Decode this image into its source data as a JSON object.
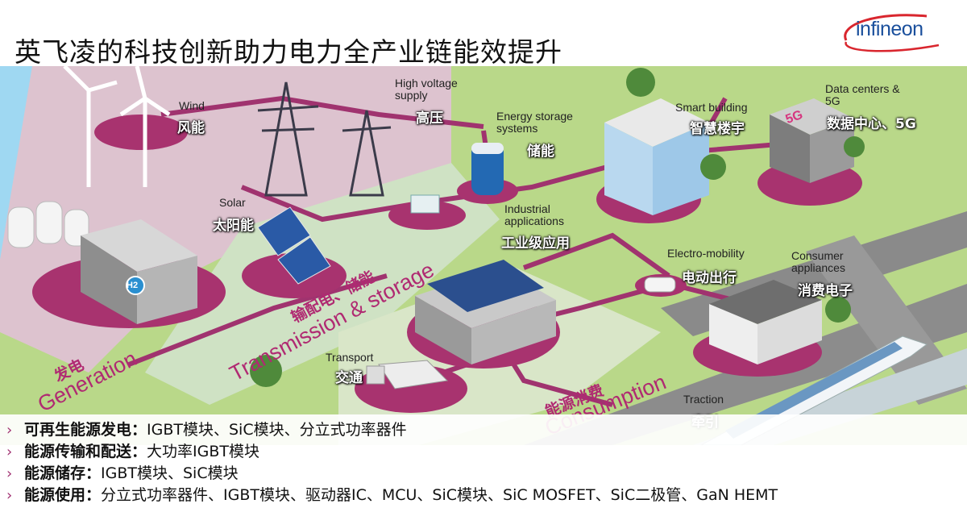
{
  "title": "英飞凌的科技创新助力电力全产业链能效提升",
  "logo": {
    "text": "infineon"
  },
  "colors": {
    "accent": "#b02a72",
    "grass": "#b9d889",
    "water": "#9fd8f2",
    "pavement": "#e7cfd9",
    "road": "#8a8a8a"
  },
  "labels": {
    "wind": {
      "en": "Wind",
      "zh": "风能"
    },
    "hv": {
      "en1": "High voltage",
      "en2": "supply",
      "zh": "高压"
    },
    "storage": {
      "en1": "Energy storage",
      "en2": "systems",
      "zh": "储能"
    },
    "smart": {
      "en": "Smart building",
      "zh": "智慧楼宇"
    },
    "dc": {
      "en1": "Data centers &",
      "en2": "5G",
      "zh": "数据中心、5G"
    },
    "solar": {
      "en": "Solar",
      "zh": "太阳能"
    },
    "industrial": {
      "en1": "Industrial",
      "en2": "applications",
      "zh": "工业级应用"
    },
    "emob": {
      "en": "Electro-mobility",
      "zh": "电动出行"
    },
    "consumer": {
      "en1": "Consumer",
      "en2": "appliances",
      "zh": "消费电子"
    },
    "transport": {
      "en": "Transport",
      "zh": "交通"
    },
    "traction": {
      "en": "Traction",
      "zh": "牵引"
    },
    "h2": "H2",
    "fiveg": "5G"
  },
  "zones": {
    "generation": {
      "en": "Generation",
      "zh": "发电"
    },
    "transmission": {
      "en": "Transmission & storage",
      "zh": "输配电、储能"
    },
    "consumption": {
      "en": "Consumption",
      "zh": "能源消费"
    }
  },
  "bullets": [
    {
      "head": "可再生能源发电：",
      "body": "IGBT模块、SiC模块、分立式功率器件"
    },
    {
      "head": "能源传输和配送：",
      "body": "大功率IGBT模块"
    },
    {
      "head": "能源储存：",
      "body": "IGBT模块、SiC模块"
    },
    {
      "head": "能源使用：",
      "body": "分立式功率器件、IGBT模块、驱动器IC、MCU、SiC模块、SiC MOSFET、SiC二极管、GaN HEMT"
    }
  ],
  "bullet_marker": "›"
}
